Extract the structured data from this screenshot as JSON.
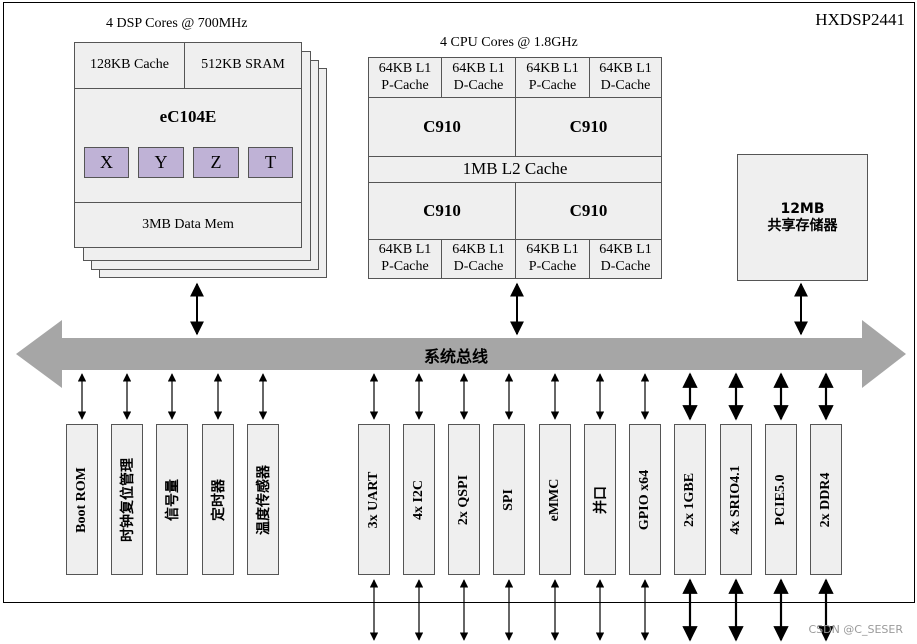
{
  "chip_name": "HXDSP2441",
  "dsp": {
    "title": "4 DSP Cores @ 700MHz",
    "cache": "128KB Cache",
    "sram": "512KB SRAM",
    "core": "eC104E",
    "registers": [
      "X",
      "Y",
      "Z",
      "T"
    ],
    "data_mem": "3MB Data Mem"
  },
  "cpu": {
    "title": "4 CPU Cores @ 1.8GHz",
    "top_caches": [
      {
        "l1": "64KB L1",
        "type": "P-Cache"
      },
      {
        "l1": "64KB L1",
        "type": "D-Cache"
      },
      {
        "l1": "64KB L1",
        "type": "P-Cache"
      },
      {
        "l1": "64KB L1",
        "type": "D-Cache"
      }
    ],
    "cores_top": [
      "C910",
      "C910"
    ],
    "l2": "1MB L2 Cache",
    "cores_bottom": [
      "C910",
      "C910"
    ],
    "bottom_caches": [
      {
        "l1": "64KB L1",
        "type": "P-Cache"
      },
      {
        "l1": "64KB L1",
        "type": "D-Cache"
      },
      {
        "l1": "64KB L1",
        "type": "P-Cache"
      },
      {
        "l1": "64KB L1",
        "type": "D-Cache"
      }
    ]
  },
  "shared_mem": {
    "line1": "12MB",
    "line2": "共享存储器"
  },
  "bus": "系统总线",
  "peripherals_internal": [
    "Boot ROM",
    "时钟复位管理",
    "信号量",
    "定时器",
    "温度传感器"
  ],
  "peripherals_external": [
    "3x UART",
    "4x I2C",
    "2x QSPI",
    "SPI",
    "eMMC",
    "并口",
    "GPIO x64",
    "2x 1GBE",
    "4x SRIO4.1",
    "PCIE5.0",
    "2x DDR4"
  ],
  "watermark": "CSDN @C_SESER",
  "colors": {
    "block_fill": "#efefef",
    "register_fill": "#bfb2d6",
    "bus_fill": "#a6a6a6",
    "line": "#000000"
  }
}
